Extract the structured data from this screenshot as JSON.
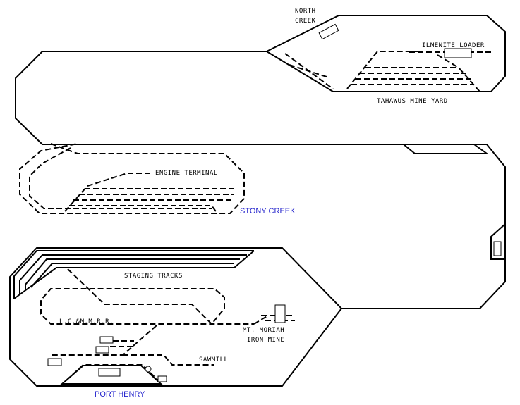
{
  "labels": {
    "north_creek_1": "NORTH",
    "north_creek_2": "CREEK",
    "ilmenite_loader": "ILMENITE LOADER",
    "tahawus_mine_yard": "TAHAWUS MINE YARD",
    "engine_terminal": "ENGINE TERMINAL",
    "stony_creek": "STONY CREEK",
    "staging_tracks": "STAGING TRACKS",
    "lcmmrr": "L.C.&M.M.R.R.",
    "mt_moriah_1": "MT. MORIAH",
    "mt_moriah_2": "IRON MINE",
    "sawmill": "SAWMILL",
    "port_henry": "PORT HENRY"
  },
  "colors": {
    "track": "#000000",
    "town_label": "#2222cc",
    "background": "#ffffff"
  }
}
